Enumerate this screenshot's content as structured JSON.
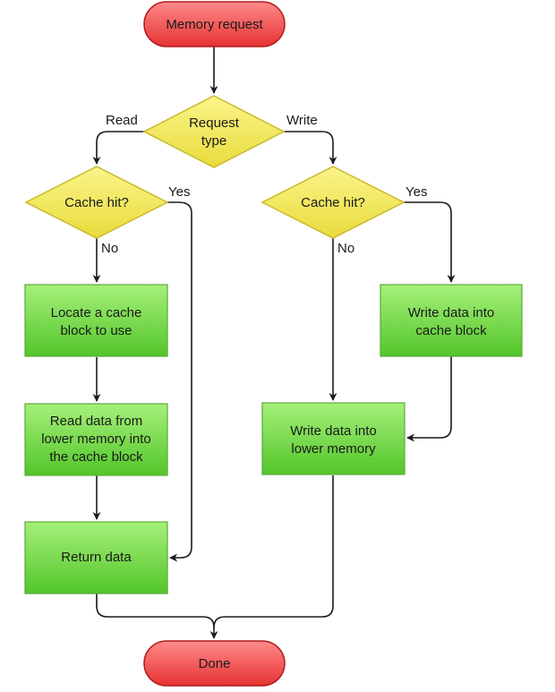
{
  "colors": {
    "terminal_fill_top": "#ff8a8a",
    "terminal_fill_bottom": "#e63232",
    "terminal_stroke": "#b01a1a",
    "decision_fill_top": "#fbf48a",
    "decision_fill_bottom": "#e8dc3c",
    "decision_stroke": "#c9b92a",
    "process_fill_top": "#a6f07a",
    "process_fill_bottom": "#52c62a",
    "process_stroke": "#5aa83a",
    "connector": "#1a1a1a"
  },
  "nodes": {
    "start": {
      "label": "Memory request"
    },
    "request_type": {
      "lines": [
        "Request",
        "type"
      ]
    },
    "cache_hit_read": {
      "label": "Cache hit?"
    },
    "cache_hit_write": {
      "label": "Cache hit?"
    },
    "locate_block": {
      "lines": [
        "Locate a cache",
        "block to use"
      ]
    },
    "read_lower": {
      "lines": [
        "Read data from",
        "lower memory into",
        "the cache block"
      ]
    },
    "return_data": {
      "label": "Return data"
    },
    "write_cache": {
      "lines": [
        "Write data into",
        "cache block"
      ]
    },
    "write_lower": {
      "lines": [
        "Write data into",
        "lower memory"
      ]
    },
    "done": {
      "label": "Done"
    }
  },
  "edge_labels": {
    "read": "Read",
    "write": "Write",
    "read_yes": "Yes",
    "read_no": "No",
    "write_yes": "Yes",
    "write_no": "No"
  }
}
